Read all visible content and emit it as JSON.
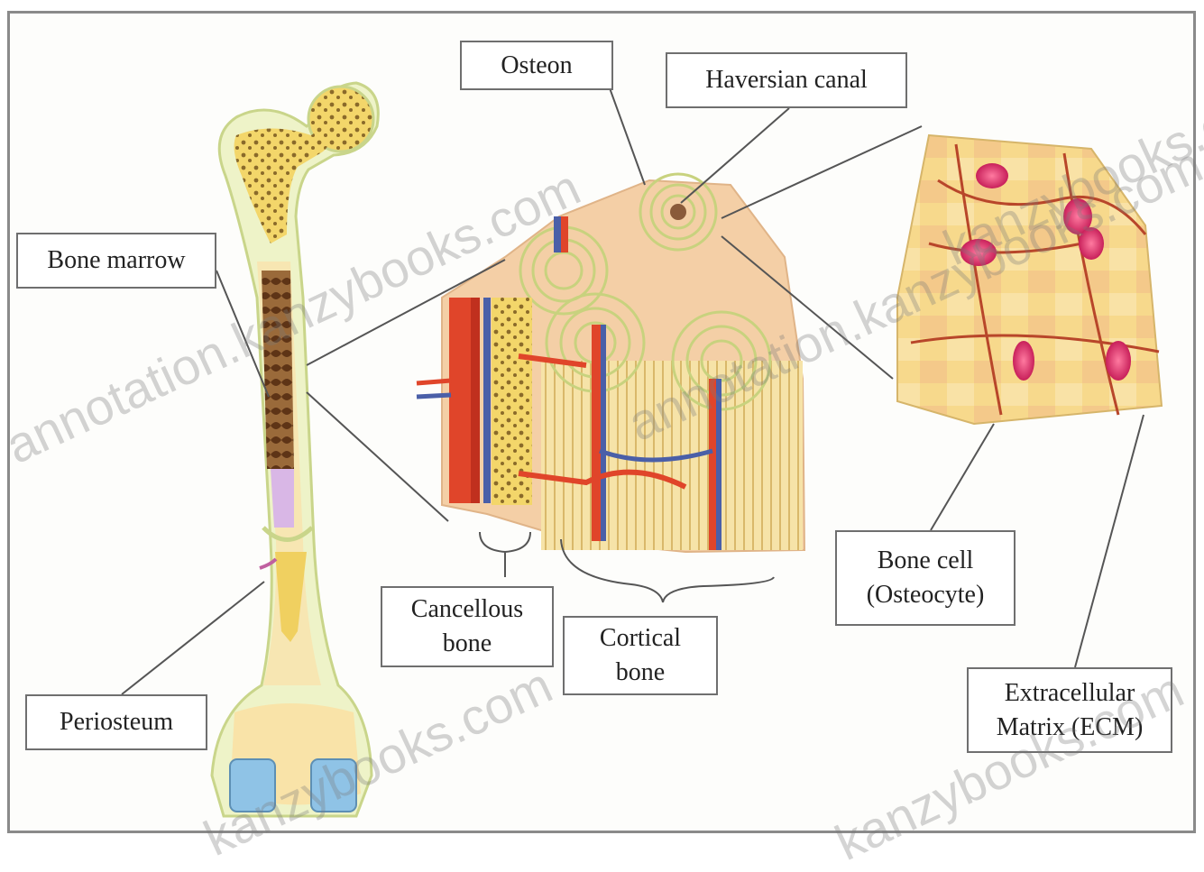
{
  "labels": {
    "osteon": "Osteon",
    "haversian_canal": "Haversian canal",
    "bone_marrow": "Bone marrow",
    "cancellous_bone": [
      "Cancellous",
      "bone"
    ],
    "cortical_bone": [
      "Cortical",
      "bone"
    ],
    "bone_cell": [
      "Bone cell",
      "(Osteocyte)"
    ],
    "extracellular_matrix": [
      "Extracellular",
      "Matrix (ECM)"
    ],
    "periosteum": "Periosteum"
  },
  "watermarks": {
    "main": "annotation.kanzybooks.com",
    "middle": "annotation.kanzybooks.com",
    "bottom": "kanzybooks.com",
    "corner": "kanzybooks.com",
    "right": "kanzybooks.com"
  },
  "colors": {
    "bone_yellow": "#f6e08a",
    "bone_light": "#f9f0c0",
    "bone_outline": "#e4eab0",
    "marrow_brown": "#7a4a2a",
    "artery_red": "#e0452a",
    "vein_blue": "#4a5fa8",
    "osteocyte_magenta": "#d63a6a",
    "cartilage_blue": "#8fc3e6",
    "cortical_peach": "#f4cfa6"
  }
}
